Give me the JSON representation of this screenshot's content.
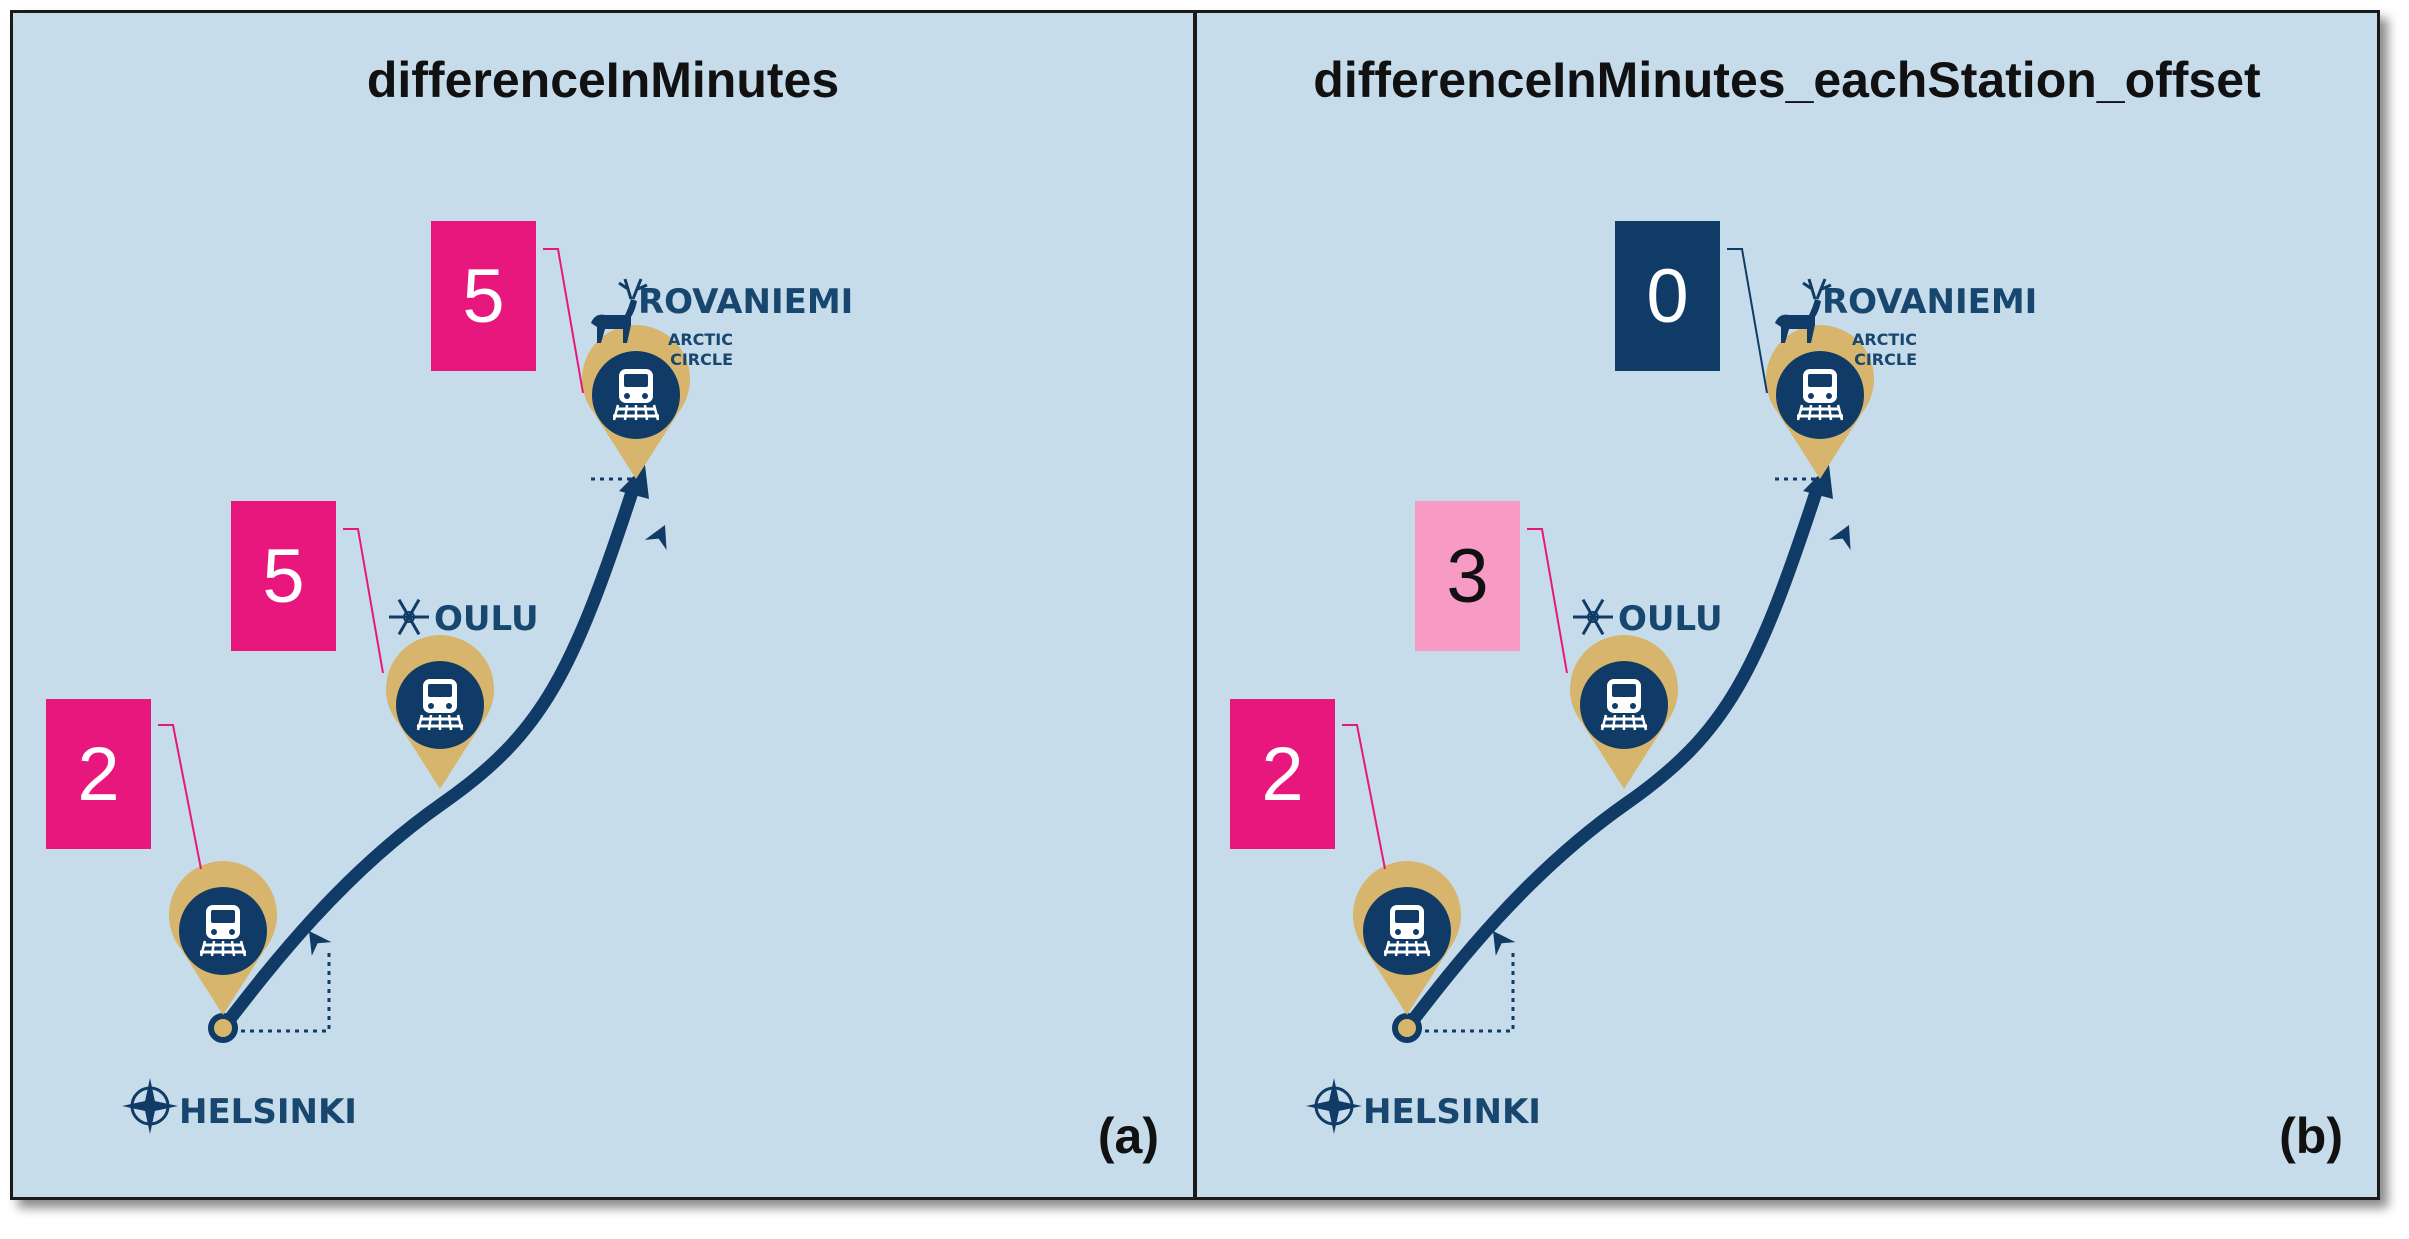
{
  "panels": [
    {
      "title": "differenceInMinutes",
      "label": "(a)",
      "values": {
        "helsinki": "2",
        "oulu": "5",
        "rovaniemi": "5"
      },
      "box_colors": {
        "helsinki": "#e8177e",
        "oulu": "#e8177e",
        "rovaniemi": "#e8177e"
      },
      "text_colors": {
        "helsinki": "#ffffff",
        "oulu": "#ffffff",
        "rovaniemi": "#ffffff"
      }
    },
    {
      "title": "differenceInMinutes_eachStation_offset",
      "label": "(b)",
      "values": {
        "helsinki": "2",
        "oulu": "3",
        "rovaniemi": "0"
      },
      "box_colors": {
        "helsinki": "#e8177e",
        "oulu": "#f79ac4",
        "rovaniemi": "#0f3b66"
      },
      "text_colors": {
        "helsinki": "#ffffff",
        "oulu": "#111111",
        "rovaniemi": "#ffffff"
      }
    }
  ],
  "stations": {
    "helsinki": "HELSINKI",
    "oulu": "OULU",
    "rovaniemi": "ROVANIEMI",
    "rovaniemi_sub_1": "ARCTIC",
    "rovaniemi_sub_2": "CIRCLE"
  },
  "colors": {
    "background": "#c6dcea",
    "route": "#0f3b66",
    "pin": "#d7b56d",
    "pin_inner": "#0f3b66",
    "leader": "#e8177e"
  },
  "icons": [
    "train-icon",
    "compass-rose-icon",
    "snowflake-icon",
    "reindeer-icon",
    "direction-arrow-icon"
  ]
}
